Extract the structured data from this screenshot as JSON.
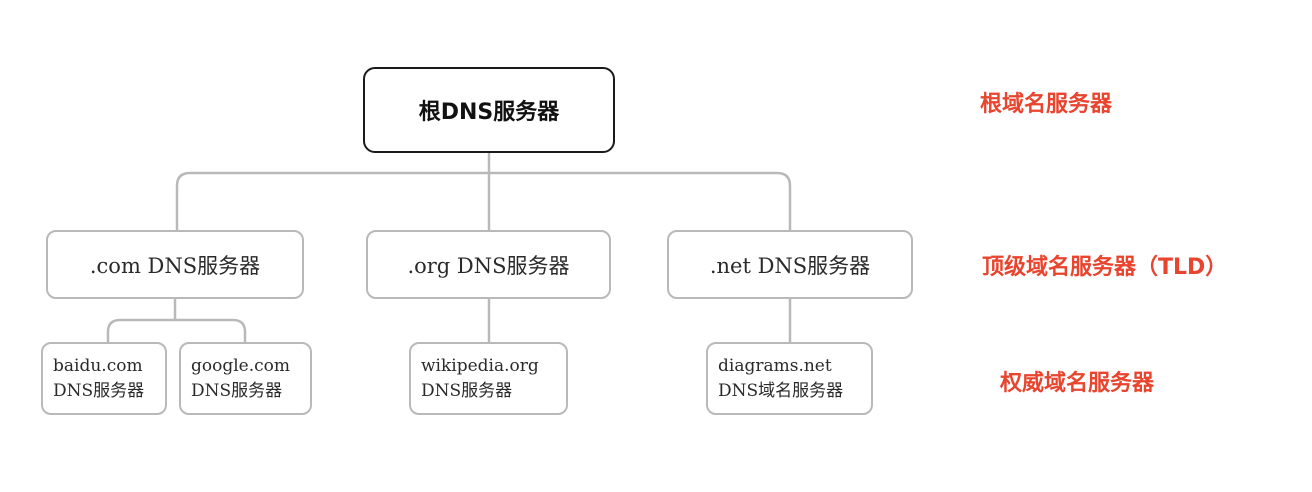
{
  "colors": {
    "label": "#e8442e",
    "root_border": "#1a1a1a",
    "node_border": "#b9b9b9",
    "connector": "#b9b9b9"
  },
  "tiers": {
    "root": "根域名服务器",
    "tld": "顶级域名服务器（TLD）",
    "authoritative": "权威域名服务器"
  },
  "nodes": {
    "root": "根DNS服务器",
    "com": ".com DNS服务器",
    "org": ".org DNS服务器",
    "net": ".net DNS服务器",
    "baidu": {
      "line1": "baidu.com",
      "line2": "DNS服务器"
    },
    "google": {
      "line1": "google.com",
      "line2": "DNS服务器"
    },
    "wikipedia": {
      "line1": "wikipedia.org",
      "line2": "DNS服务器"
    },
    "diagrams": {
      "line1": "diagrams.net",
      "line2": "DNS域名服务器"
    }
  }
}
